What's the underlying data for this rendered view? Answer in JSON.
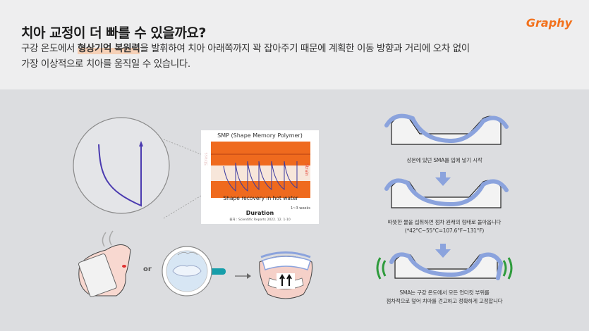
{
  "header": {
    "title": "치아 교정이 더 빠를 수 있을까요?",
    "desc_before": "구강 온도에서 ",
    "desc_highlight": "형상기억 복원력",
    "desc_after": "을 발휘하여 치아 아래쪽까지 꽉 잡아주기 때문에 계획한 이동 방향과 거리에 오차 없이",
    "desc_line2": "가장 이상적으로 치아를 움직일 수 있습니다.",
    "logo": "Graphy"
  },
  "chart": {
    "title": "SMP (Shape Memory Polymer)",
    "caption": "Shape recovery in hot water",
    "xlabel": "Duration",
    "weeks": "1~3 weeks",
    "ylabel": "Stress",
    "strain_label": "Strain",
    "source": "출처 : Scientific Reports 2022. 12. 1-10"
  },
  "steps": {
    "step1": "상온에 있던 SMA를 입에 넣기 시작",
    "step2_line1": "따뜻한 물을 섭취하면 점차 원래의 형태로 돌아옵니다",
    "step2_line2": "(*42°C~55°C=107.6°F~131°F)",
    "step3_line1": "SMA는 구강 온도에서 모든 언더컷 부위를",
    "step3_line2": "점차적으로 덮어 치아를 견고하고 정확하게 고정합니다"
  },
  "bottom": {
    "or_label": "or"
  },
  "colors": {
    "accent": "#f2711c",
    "aligner_blue": "#8ba3dd",
    "curve_purple": "#4b3bb0",
    "green": "#2e9b3c",
    "teal": "#179eaa"
  }
}
